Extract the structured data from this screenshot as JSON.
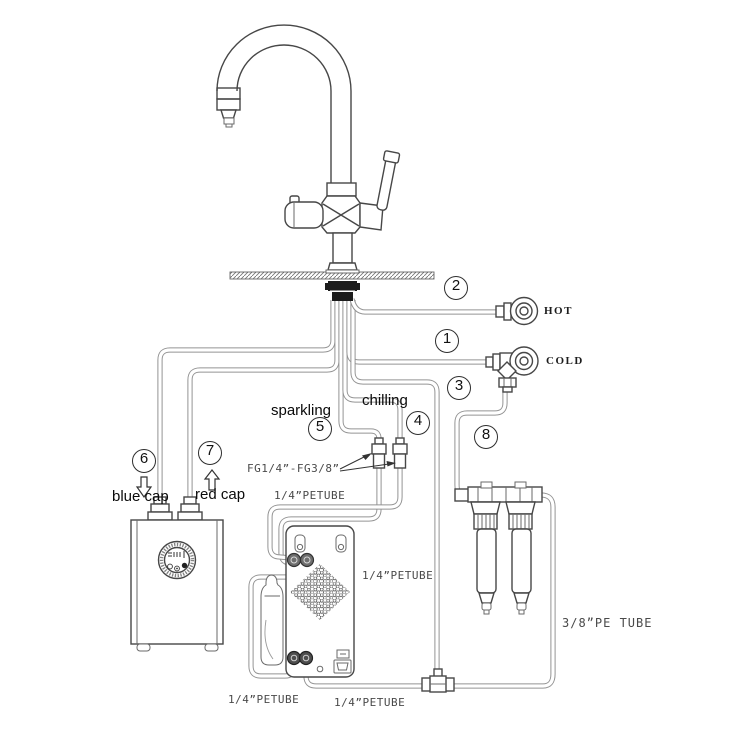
{
  "callouts": {
    "c1": "1",
    "c2": "2",
    "c3": "3",
    "c4": "4",
    "c5": "5",
    "c6": "6",
    "c7": "7",
    "c8": "8"
  },
  "labels": {
    "hot": "HOT",
    "cold": "COLD",
    "sparkling": "sparkling",
    "chilling": "chilling",
    "blue_cap": "blue cap",
    "red_cap": "red cap",
    "fitting_spec": "FG1/4”-FG3/8”",
    "tube_sparkling": "1/4”PETUBE",
    "tube_chiller": "1/4”PETUBE",
    "tube_filter": "3/8”PE TUBE",
    "tube_bottom_left": "1/4”PETUBE",
    "tube_bottom_right": "1/4”PETUBE"
  },
  "colors": {
    "line": "#474747",
    "tube": "#949494",
    "fitting_dark": "#1c1c1c",
    "background": "#ffffff"
  }
}
